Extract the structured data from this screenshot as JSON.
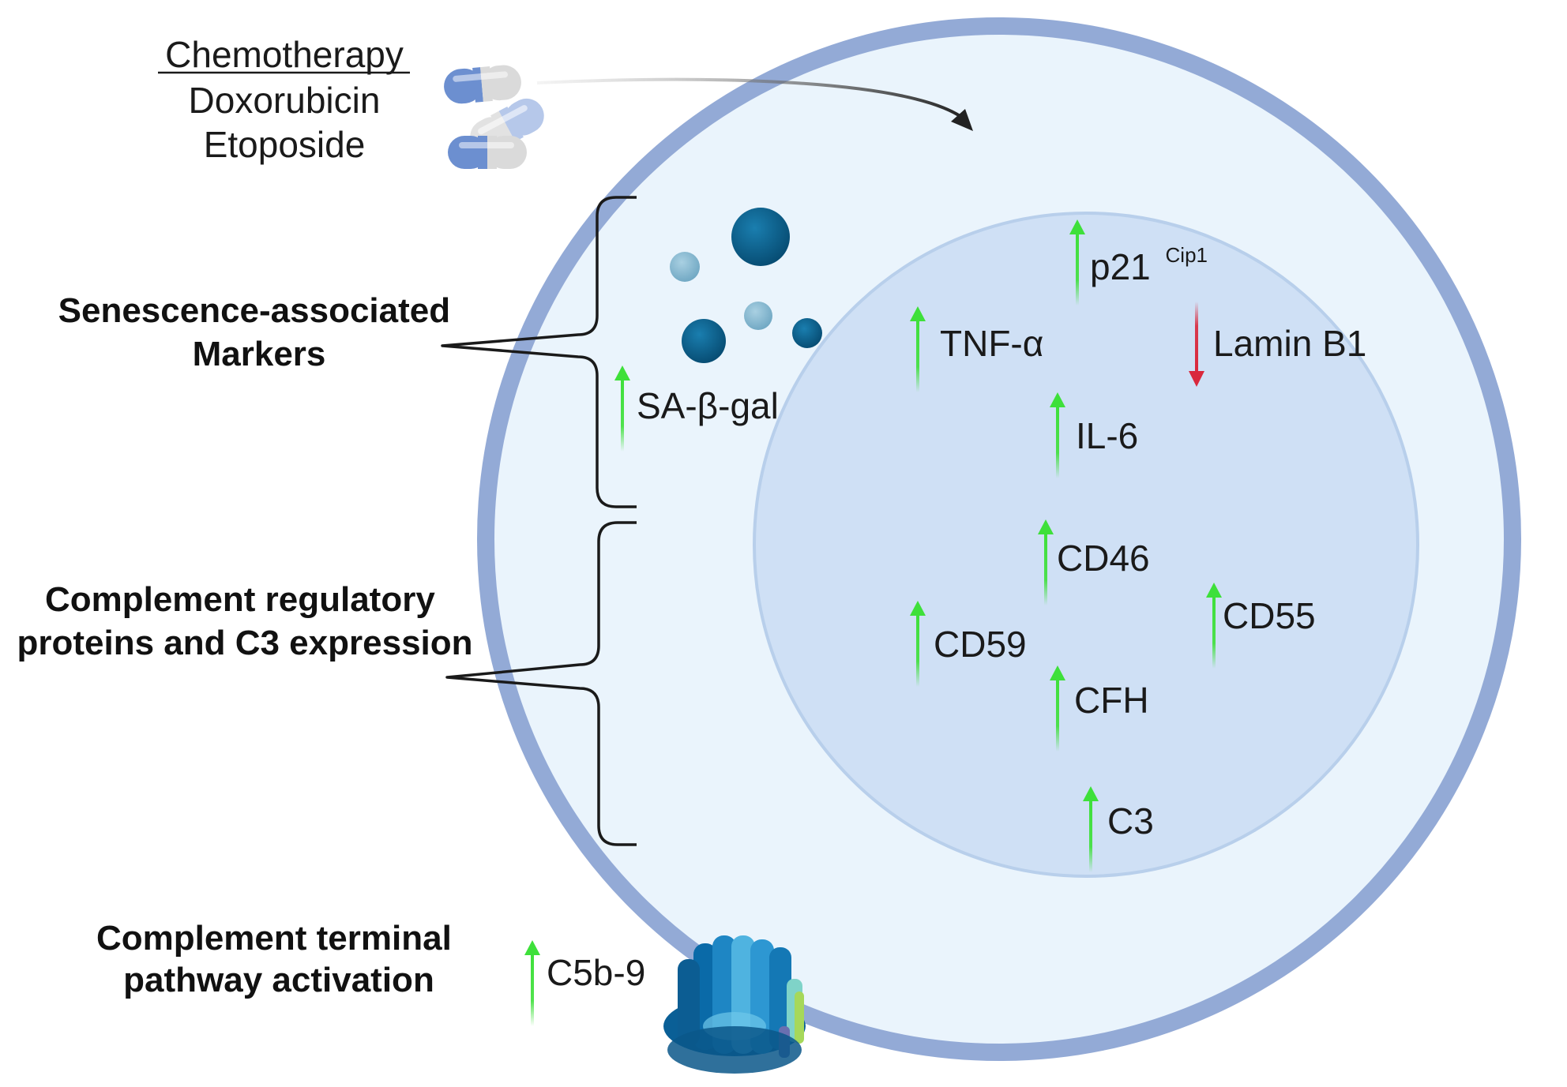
{
  "drug": {
    "heading": "Chemotherapy",
    "agents": [
      "Doxorubicin",
      "Etoposide"
    ]
  },
  "side_labels": {
    "senescence": [
      "Senescence-associated",
      "Markers"
    ],
    "complement": [
      "Complement regulatory",
      "proteins and C3 expression"
    ],
    "terminal": [
      "Complement terminal",
      "pathway activation"
    ]
  },
  "markers": {
    "sa_beta_gal": {
      "label": "SA-β-gal",
      "direction": "up"
    },
    "p21": {
      "label": "p21",
      "superscript": "Cip1",
      "direction": "up"
    },
    "tnf": {
      "label": "TNF-α",
      "direction": "up"
    },
    "lamin": {
      "label": "Lamin B1",
      "direction": "down"
    },
    "il6": {
      "label": "IL-6",
      "direction": "up"
    },
    "cd46": {
      "label": "CD46",
      "direction": "up"
    },
    "cd55": {
      "label": "CD55",
      "direction": "up"
    },
    "cd59": {
      "label": "CD59",
      "direction": "up"
    },
    "cfh": {
      "label": "CFH",
      "direction": "up"
    },
    "c3": {
      "label": "C3",
      "direction": "up"
    },
    "c5b9": {
      "label": "C5b-9",
      "direction": "up"
    }
  },
  "colors": {
    "up_arrow": "#3ee03a",
    "down_arrow": "#d9283c",
    "cell_membrane": "#93aad6",
    "cytoplasm": "#eaf4fc",
    "nucleus": "#cfe0f5",
    "vesicle_dark": "#0b5b86",
    "vesicle_light": "#7fb2cc"
  }
}
